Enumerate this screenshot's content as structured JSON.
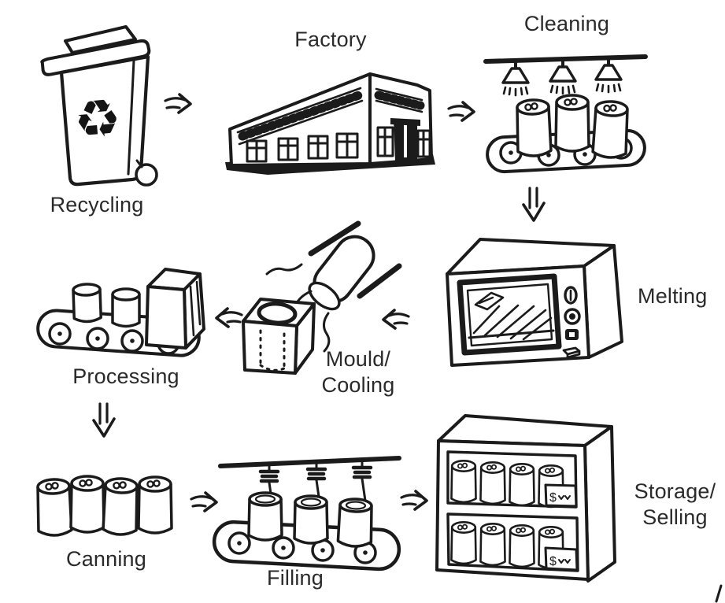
{
  "stages": {
    "recycling": {
      "label": "Recycling",
      "symbol": "♻"
    },
    "factory": {
      "label": "Factory"
    },
    "cleaning": {
      "label": "Cleaning"
    },
    "melting": {
      "label": "Melting"
    },
    "mould_cooling": {
      "line1": "Mould/",
      "line2": "Cooling"
    },
    "processing": {
      "label": "Processing"
    },
    "canning": {
      "label": "Canning"
    },
    "filling": {
      "label": "Filling"
    },
    "storage_selling": {
      "line1": "Storage/",
      "line2": "Selling",
      "price_tag": "$"
    }
  },
  "flow_order": [
    "Recycling",
    "Factory",
    "Cleaning",
    "Melting",
    "Mould/Cooling",
    "Processing",
    "Canning",
    "Filling",
    "Storage/Selling"
  ],
  "colors": {
    "ink": "#1b1b1b",
    "background": "#ffffff"
  }
}
